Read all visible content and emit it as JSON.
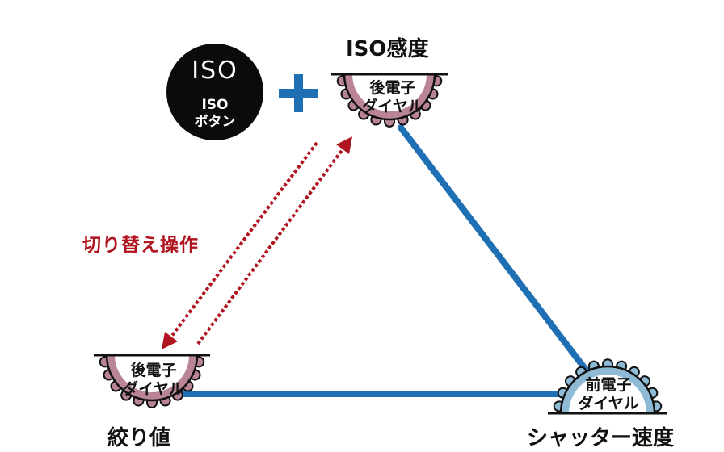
{
  "labels": {
    "iso": "ISO感度",
    "aperture": "絞り値",
    "shutter": "シャッター速度",
    "switch": "切り替え操作"
  },
  "iso_button": {
    "title": "ISO",
    "line1": "ISO",
    "line2": "ボタン"
  },
  "plus_symbol": "+",
  "dials": {
    "iso_dial": {
      "line1": "後電子",
      "line2": "ダイヤル"
    },
    "aperture_dial": {
      "line1": "後電子",
      "line2": "ダイヤル"
    },
    "shutter_dial": {
      "line1": "前電子",
      "line2": "ダイヤル"
    }
  },
  "colors": {
    "triangle": "#1f6fb4",
    "plus": "#1f6fb4",
    "arrow": "#b0141f",
    "rear_dial_fill": "#b98596",
    "front_dial_fill": "#8fbad6"
  },
  "icons": [
    "iso-button-icon",
    "rear-dial-icon",
    "front-dial-icon",
    "plus-icon",
    "switch-arrow-icon"
  ]
}
